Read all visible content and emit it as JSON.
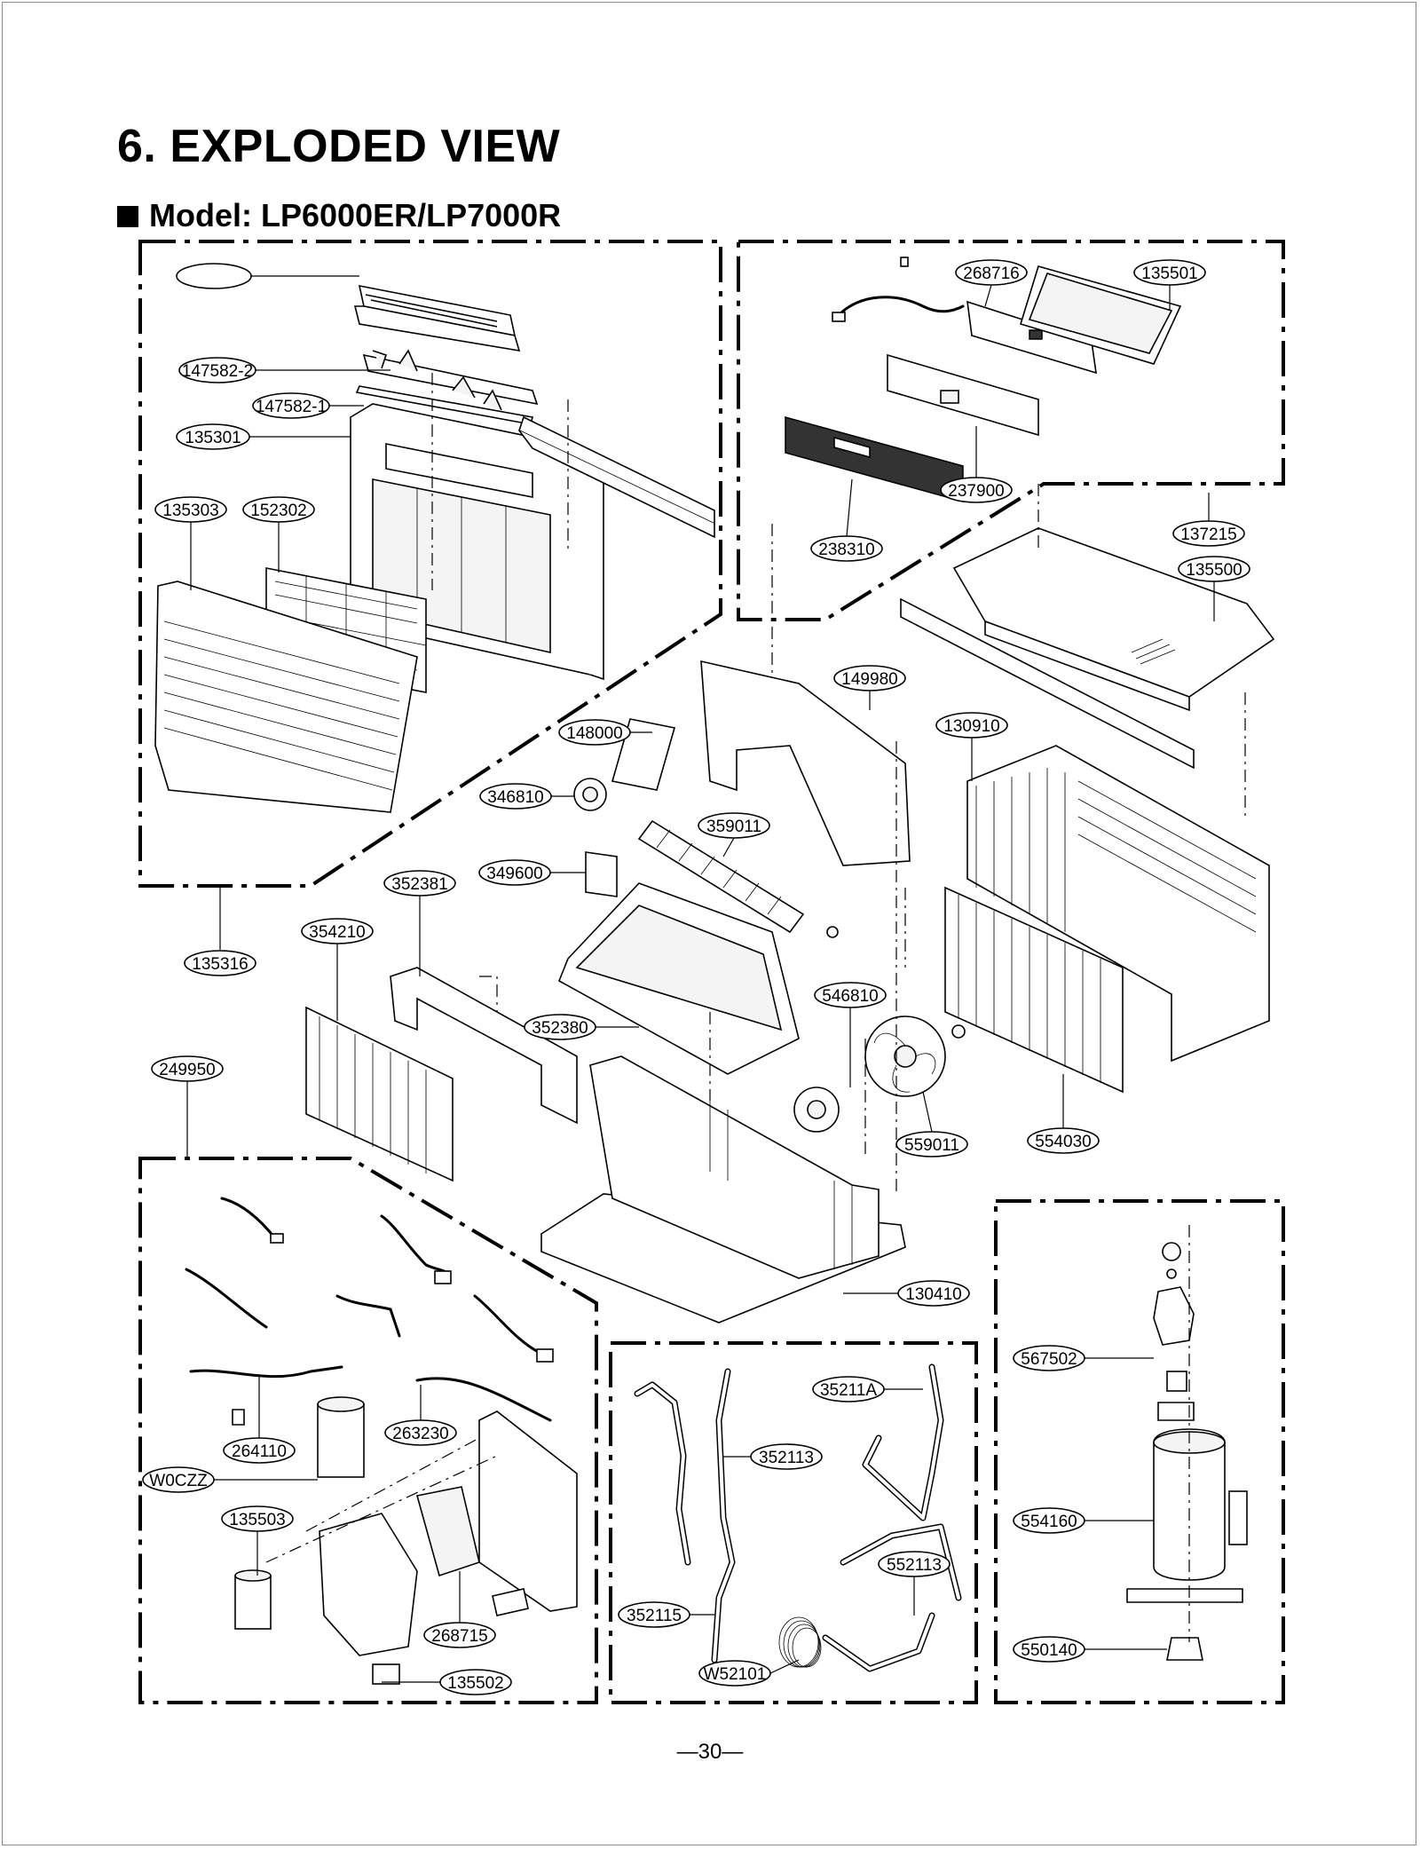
{
  "document": {
    "section_title": "6. EXPLODED VIEW",
    "model_line": "Model: LP6000ER/LP7000R",
    "page_number": "—30—"
  },
  "part_labels": {
    "blank": "",
    "p147582_2": "147582-2",
    "p147582_1": "147582-1",
    "p135301": "135301",
    "p135303": "135303",
    "p152302": "152302",
    "p135316": "135316",
    "p268716": "268716",
    "p135501": "135501",
    "p237900": "237900",
    "p238310": "238310",
    "p137215": "137215",
    "p135500": "135500",
    "p149980": "149980",
    "p148000": "148000",
    "p130910": "130910",
    "p346810": "346810",
    "p359011": "359011",
    "p349600": "349600",
    "p352381": "352381",
    "p354210": "354210",
    "p546810": "546810",
    "p352380": "352380",
    "p249950": "249950",
    "p559011": "559011",
    "p554030": "554030",
    "p130410": "130410",
    "p567502": "567502",
    "p35211A": "35211A",
    "p352113": "352113",
    "p264110": "264110",
    "p263230": "263230",
    "pW0CZZ": "W0CZZ",
    "p135503": "135503",
    "p554160": "554160",
    "p552113": "552113",
    "p352115": "352115",
    "p268715": "268715",
    "p550140": "550140",
    "pW52101": "W52101",
    "p135502": "135502"
  }
}
